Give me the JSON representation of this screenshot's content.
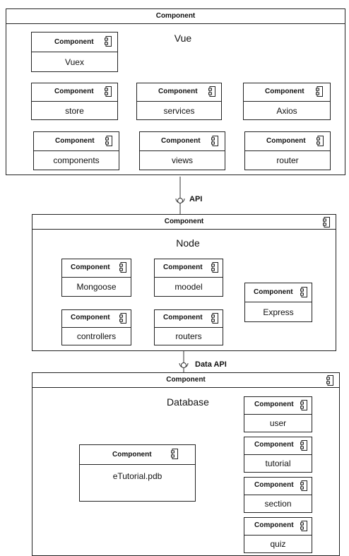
{
  "stereotype": "Component",
  "vue": {
    "title": "Vue",
    "components": [
      "Vuex",
      "store",
      "services",
      "Axios",
      "components",
      "views",
      "router"
    ]
  },
  "api_label": "API",
  "node": {
    "title": "Node",
    "components": [
      "Mongoose",
      "moodel",
      "Express",
      "controllers",
      "routers"
    ]
  },
  "data_api_label": "Data API",
  "database": {
    "title": "Database",
    "components": [
      "eTutorial.pdb",
      "user",
      "tutorial",
      "section",
      "quiz"
    ]
  }
}
